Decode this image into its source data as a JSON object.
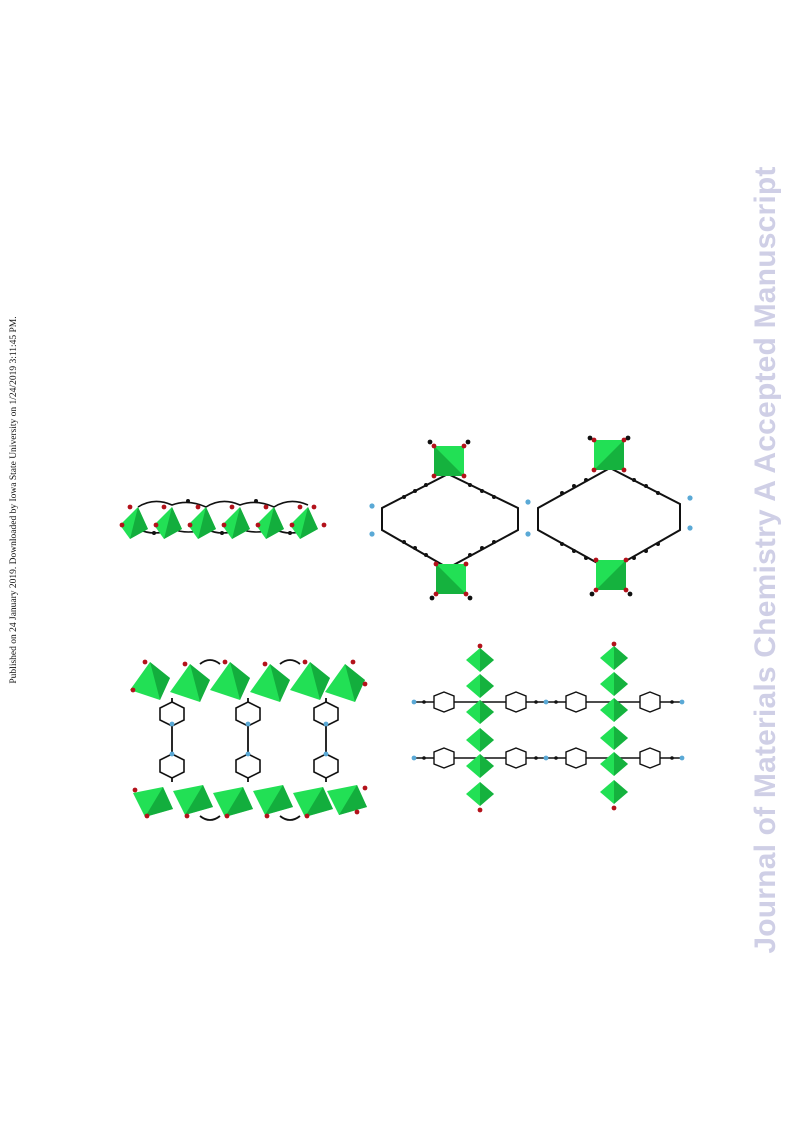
{
  "publication_note": "Published on 24 January 2019. Downloaded by Iowa State University on 1/24/2019 3:11:45 PM.",
  "watermark": "Journal of Materials Chemistry A Accepted Manuscript",
  "figure": {
    "panels": [
      "chain-of-octahedra",
      "double-loop-network",
      "bridged-double-chain",
      "pillared-layer"
    ],
    "colors": {
      "polyhedron_light": "#22e055",
      "polyhedron_dark": "#0f9e35",
      "oxygen_atom": "#b3121b",
      "carbon_atom": "#111111",
      "nitrogen_atom": "#5aa9d6"
    }
  }
}
